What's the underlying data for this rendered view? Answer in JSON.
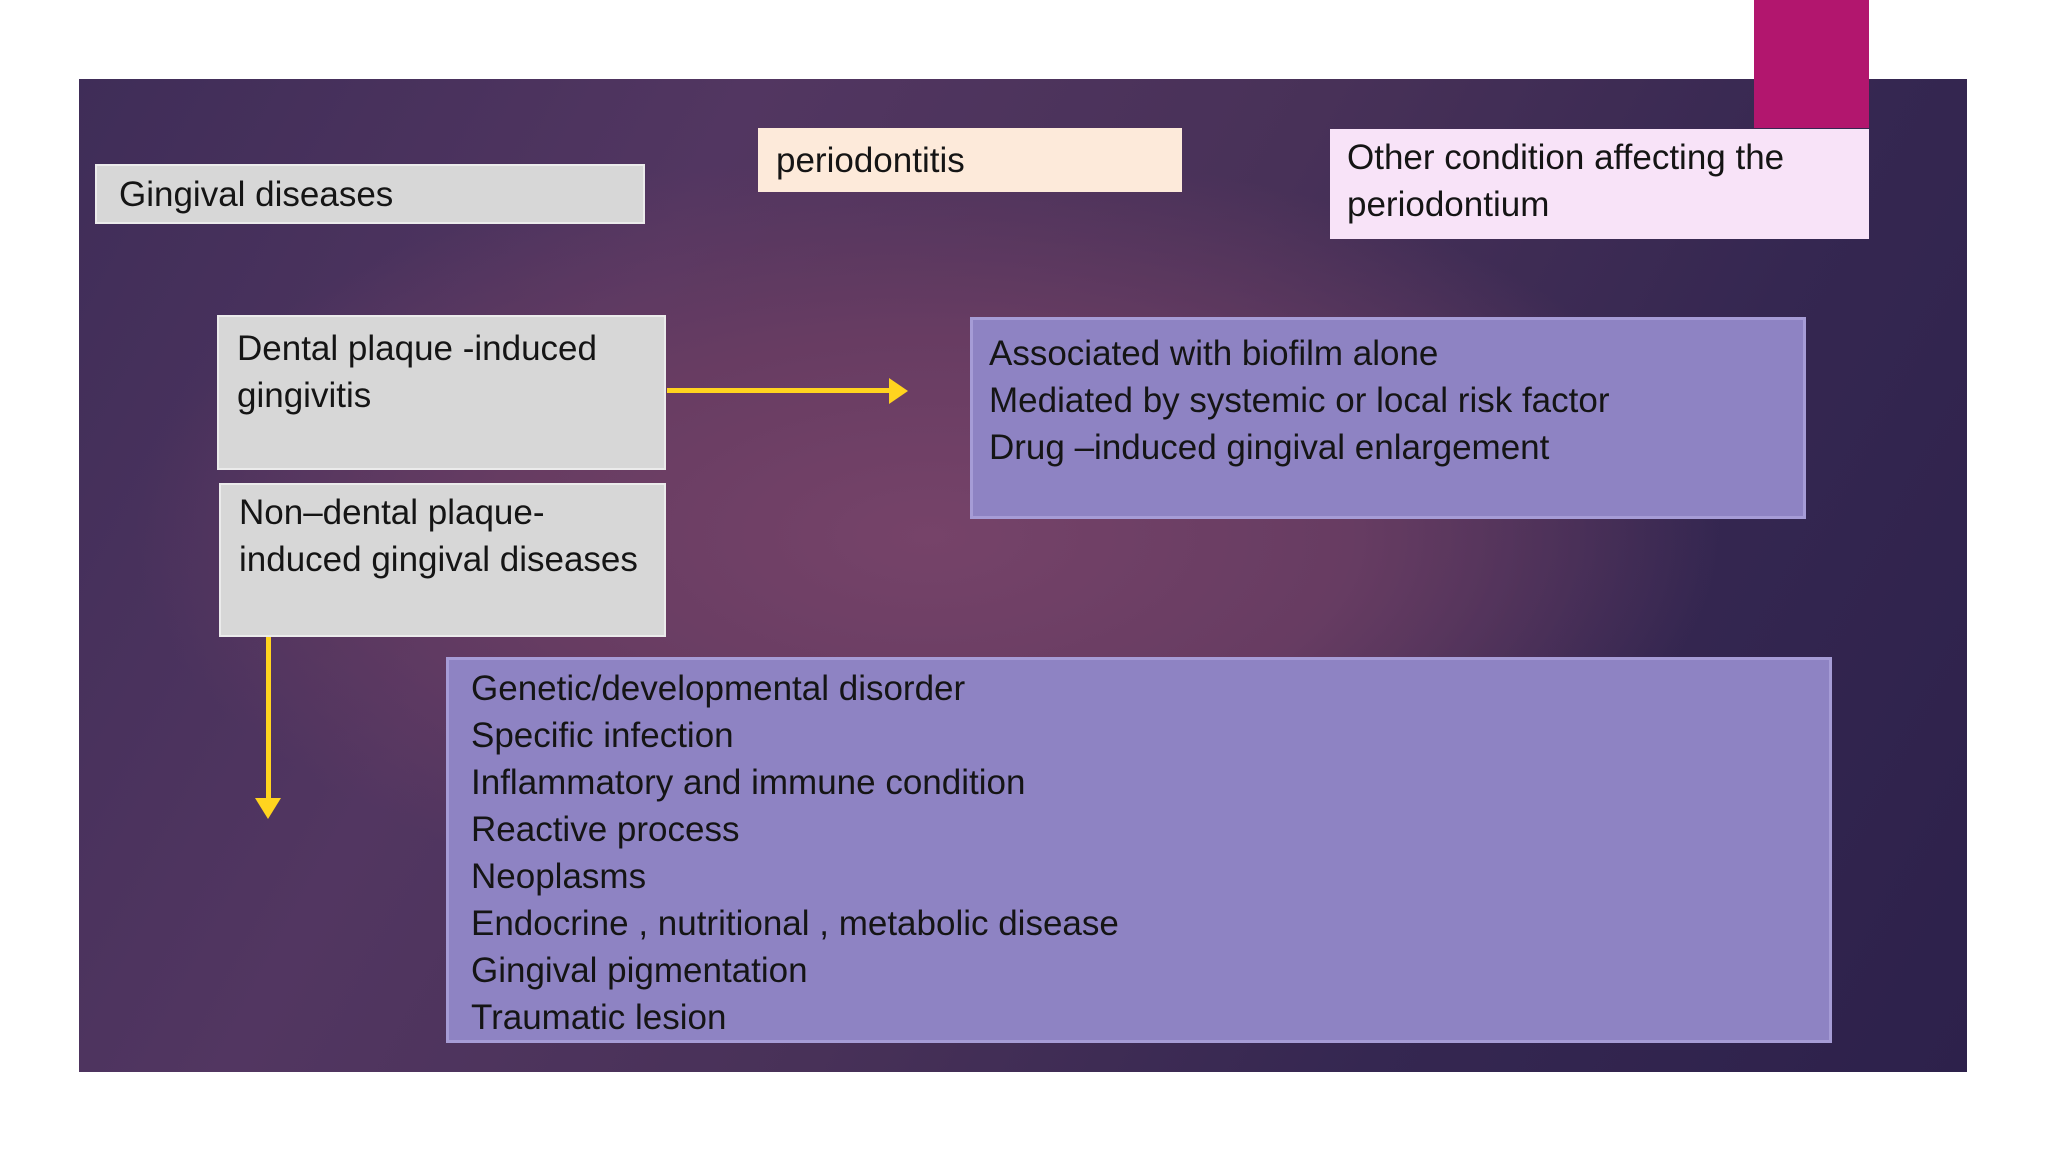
{
  "slide": {
    "boxes": {
      "gingival": {
        "label": "Gingival diseases"
      },
      "periodontitis": {
        "label": "periodontitis"
      },
      "other_condition": {
        "label": "Other condition affecting the periodontium"
      },
      "dental_plaque": {
        "label": "Dental plaque -induced gingivitis"
      },
      "non_dental_plaque": {
        "label": "Non–dental plaque-induced gingival diseases"
      },
      "biofilm_list": {
        "lines": [
          "Associated with biofilm alone",
          "Mediated by systemic or local risk factor",
          "Drug –induced gingival enlargement"
        ]
      },
      "gingival_disease_list": {
        "lines": [
          "Genetic/developmental disorder",
          "Specific infection",
          "Inflammatory and immune condition",
          "Reactive process",
          "Neoplasms",
          "Endocrine , nutritional , metabolic disease",
          "Gingival pigmentation",
          "Traumatic lesion"
        ]
      }
    },
    "colors": {
      "accent_magenta": "#b2166e",
      "arrow_yellow": "#ffd41f",
      "box_gray": "#d7d7d7",
      "box_cream": "#fdeada",
      "box_pink": "#f8e3f8",
      "box_purple": "#8e83c3",
      "slide_bg_center": "#6b3d66",
      "slide_bg_edge": "#2d214b",
      "text": "#151515"
    }
  }
}
